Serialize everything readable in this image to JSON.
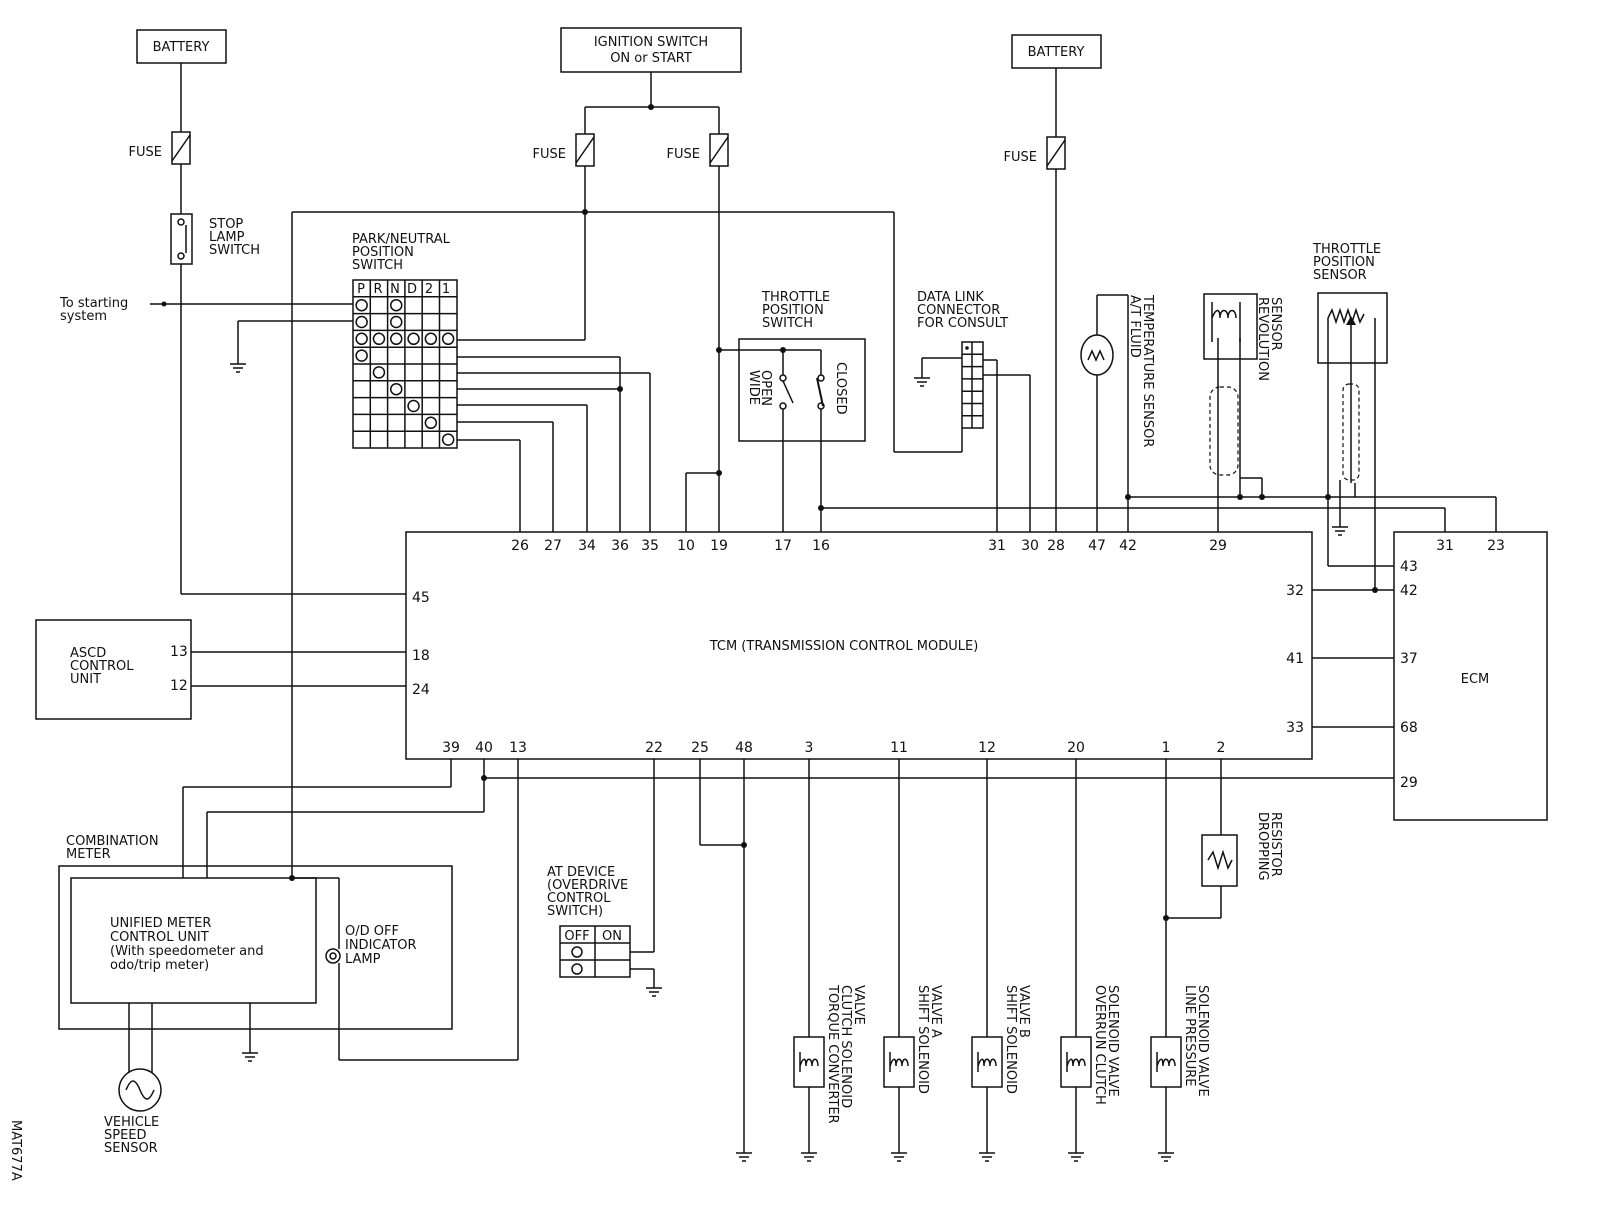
{
  "labels": {
    "battery_left": "BATTERY",
    "battery_right": "BATTERY",
    "ignition_line1": "IGNITION SWITCH",
    "ignition_line2": "ON or START",
    "fuse": "FUSE",
    "stop_lamp": [
      "STOP",
      "LAMP",
      "SWITCH"
    ],
    "to_starting": [
      "To starting",
      "system"
    ],
    "pn_switch": [
      "PARK/NEUTRAL",
      "POSITION",
      "SWITCH"
    ],
    "pn_positions": [
      "P",
      "R",
      "N",
      "D",
      "2",
      "1"
    ],
    "tps_switch": [
      "THROTTLE",
      "POSITION",
      "SWITCH"
    ],
    "wide_open": [
      "WIDE",
      "OPEN"
    ],
    "closed": "CLOSED",
    "data_link": [
      "DATA LINK",
      "CONNECTOR",
      "FOR CONSULT"
    ],
    "fluid_temp": [
      "A/T FLUID",
      "TEMPERATURE SENSOR"
    ],
    "revolution": [
      "REVOLUTION",
      "SENSOR"
    ],
    "tp_sensor": [
      "THROTTLE",
      "POSITION",
      "SENSOR"
    ],
    "tcm": "TCM (TRANSMISSION CONTROL MODULE)",
    "ecm": "ECM",
    "ascd": [
      "ASCD",
      "CONTROL",
      "UNIT"
    ],
    "combination": [
      "COMBINATION",
      "METER"
    ],
    "unified": [
      "UNIFIED METER",
      "CONTROL UNIT",
      "(With speedometer and",
      "odo/trip meter)"
    ],
    "od_lamp": [
      "O/D OFF",
      "INDICATOR",
      "LAMP"
    ],
    "vss": [
      "VEHICLE",
      "SPEED",
      "SENSOR"
    ],
    "at_device": [
      "AT DEVICE",
      "(OVERDRIVE",
      "CONTROL",
      "SWITCH)"
    ],
    "off": "OFF",
    "on": "ON",
    "dropping": [
      "DROPPING",
      "RESISTOR"
    ],
    "sol_tcc": [
      "TORQUE CONVERTER",
      "CLUTCH SOLENOID",
      "VALVE"
    ],
    "sol_a": [
      "SHIFT SOLENOID",
      "VALVE A"
    ],
    "sol_b": [
      "SHIFT SOLENOID",
      "VALVE B"
    ],
    "sol_overrun": [
      "OVERRUN CLUTCH",
      "SOLENOID VALVE"
    ],
    "sol_line": [
      "LINE PRESSURE",
      "SOLENOID VALVE"
    ],
    "code": "MAT677A"
  },
  "tcm_pins": {
    "top": [
      "26",
      "27",
      "34",
      "36",
      "35",
      "10",
      "19",
      "17",
      "16",
      "31",
      "30",
      "28",
      "47",
      "42",
      "29"
    ],
    "left": [
      "45",
      "18",
      "24"
    ],
    "bottom": [
      "39",
      "40",
      "13",
      "22",
      "25",
      "48",
      "3",
      "11",
      "12",
      "20",
      "1",
      "2"
    ],
    "right": [
      "32",
      "41",
      "33"
    ]
  },
  "ecm_pins": {
    "top": [
      "31",
      "23"
    ],
    "left": [
      "43",
      "42",
      "37",
      "68",
      "29"
    ]
  },
  "ascd_pins": [
    "13",
    "12"
  ]
}
